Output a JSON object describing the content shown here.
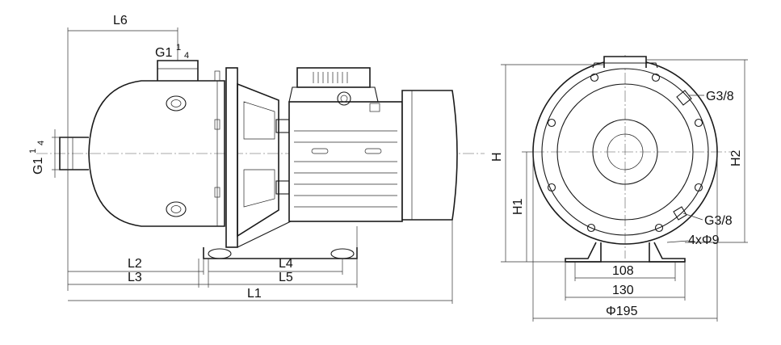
{
  "labels": {
    "L6": "L6",
    "G_top_main": "G1",
    "G_top_sup": "1",
    "G_top_sub": "4",
    "G_side_main": "G1",
    "G_side_sup": "1",
    "G_side_sub": "4",
    "L1": "L1",
    "L2": "L2",
    "L3": "L3",
    "L4": "L4",
    "L5": "L5",
    "H": "H",
    "H1": "H1",
    "H2": "H2",
    "G38_top": "G3/8",
    "G38_bot": "G3/8",
    "holes": "4xΦ9",
    "d108": "108",
    "d130": "130",
    "d195": "Φ195"
  }
}
